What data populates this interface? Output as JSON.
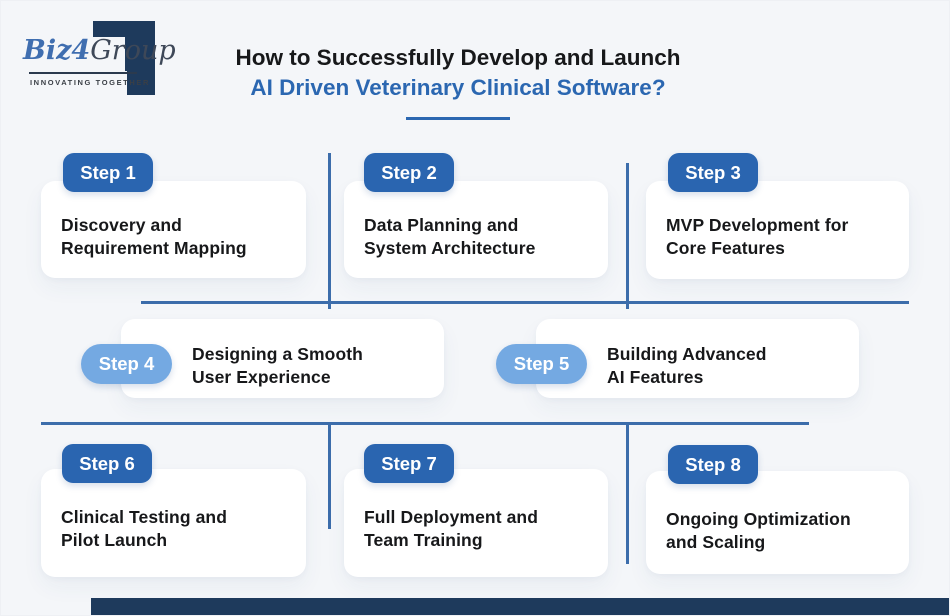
{
  "page": {
    "background": "#f4f6f9",
    "accent_dark": "#2a65b0",
    "accent_light": "#74a9e2",
    "line_color": "#3c6dab",
    "navy": "#1e3a5c"
  },
  "logo": {
    "part1": "Biz",
    "part2": "4",
    "part3": "Group",
    "tagline": "INNOVATING TOGETHER"
  },
  "title": {
    "line1": "How to Successfully Develop and Launch",
    "line2": "AI Driven Veterinary Clinical Software?"
  },
  "steps": [
    {
      "badge": "Step 1",
      "line1": "Discovery and",
      "line2": "Requirement Mapping",
      "tone": "dark"
    },
    {
      "badge": "Step 2",
      "line1": "Data Planning and",
      "line2": "System Architecture",
      "tone": "dark"
    },
    {
      "badge": "Step 3",
      "line1": "MVP Development for",
      "line2": "Core Features",
      "tone": "dark"
    },
    {
      "badge": "Step 4",
      "line1": "Designing a Smooth",
      "line2": "User Experience",
      "tone": "light"
    },
    {
      "badge": "Step 5",
      "line1": "Building Advanced",
      "line2": "AI Features",
      "tone": "light"
    },
    {
      "badge": "Step 6",
      "line1": "Clinical Testing and",
      "line2": "Pilot Launch",
      "tone": "dark"
    },
    {
      "badge": "Step 7",
      "line1": "Full Deployment and",
      "line2": "Team Training",
      "tone": "dark"
    },
    {
      "badge": "Step 8",
      "line1": "Ongoing Optimization",
      "line2": "and Scaling",
      "tone": "dark"
    }
  ]
}
